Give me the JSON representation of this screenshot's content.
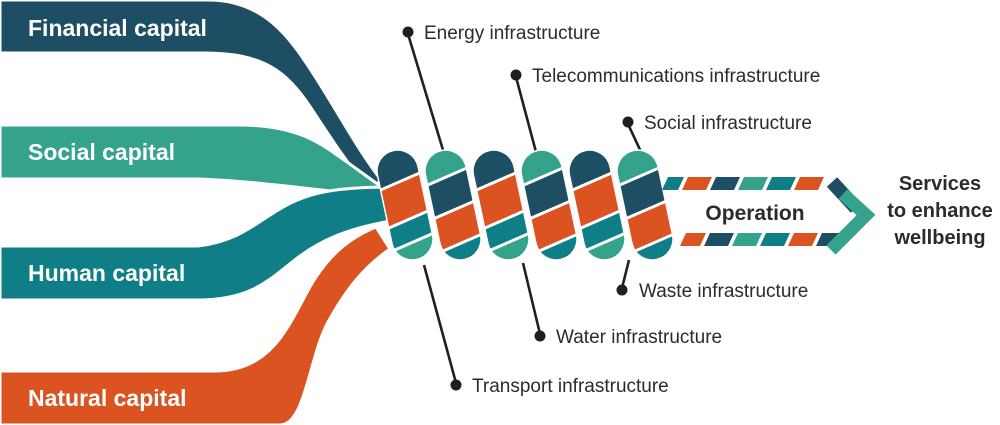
{
  "colors": {
    "financial": "#1d4e63",
    "social": "#35a28c",
    "human": "#0f7e87",
    "natural": "#da5321",
    "ink": "#2b2b2b",
    "line": "#1f1f1f",
    "white": "#ffffff"
  },
  "capitals": [
    {
      "label": "Financial capital",
      "color": "#1d4e63"
    },
    {
      "label": "Social capital",
      "color": "#35a28c"
    },
    {
      "label": "Human capital",
      "color": "#0f7e87"
    },
    {
      "label": "Natural capital",
      "color": "#da5321"
    }
  ],
  "infrastructures": [
    {
      "label": "Energy infrastructure"
    },
    {
      "label": "Telecommunications infrastructure"
    },
    {
      "label": "Social infrastructure"
    },
    {
      "label": "Waste infrastructure"
    },
    {
      "label": "Water infrastructure"
    },
    {
      "label": "Transport infrastructure"
    }
  ],
  "rope": {
    "segments": 6,
    "odd_pattern": [
      "financial",
      "natural",
      "human",
      "social"
    ],
    "even_pattern": [
      "social",
      "financial",
      "natural",
      "human"
    ]
  },
  "arrow": {
    "label": "Operation",
    "top_dashes": [
      "human",
      "natural",
      "financial",
      "social",
      "human",
      "natural"
    ],
    "bottom_dashes": [
      "natural",
      "financial",
      "social",
      "human",
      "natural",
      "financial"
    ]
  },
  "outcome": {
    "line1": "Services",
    "line2": "to enhance",
    "line3": "wellbeing"
  }
}
